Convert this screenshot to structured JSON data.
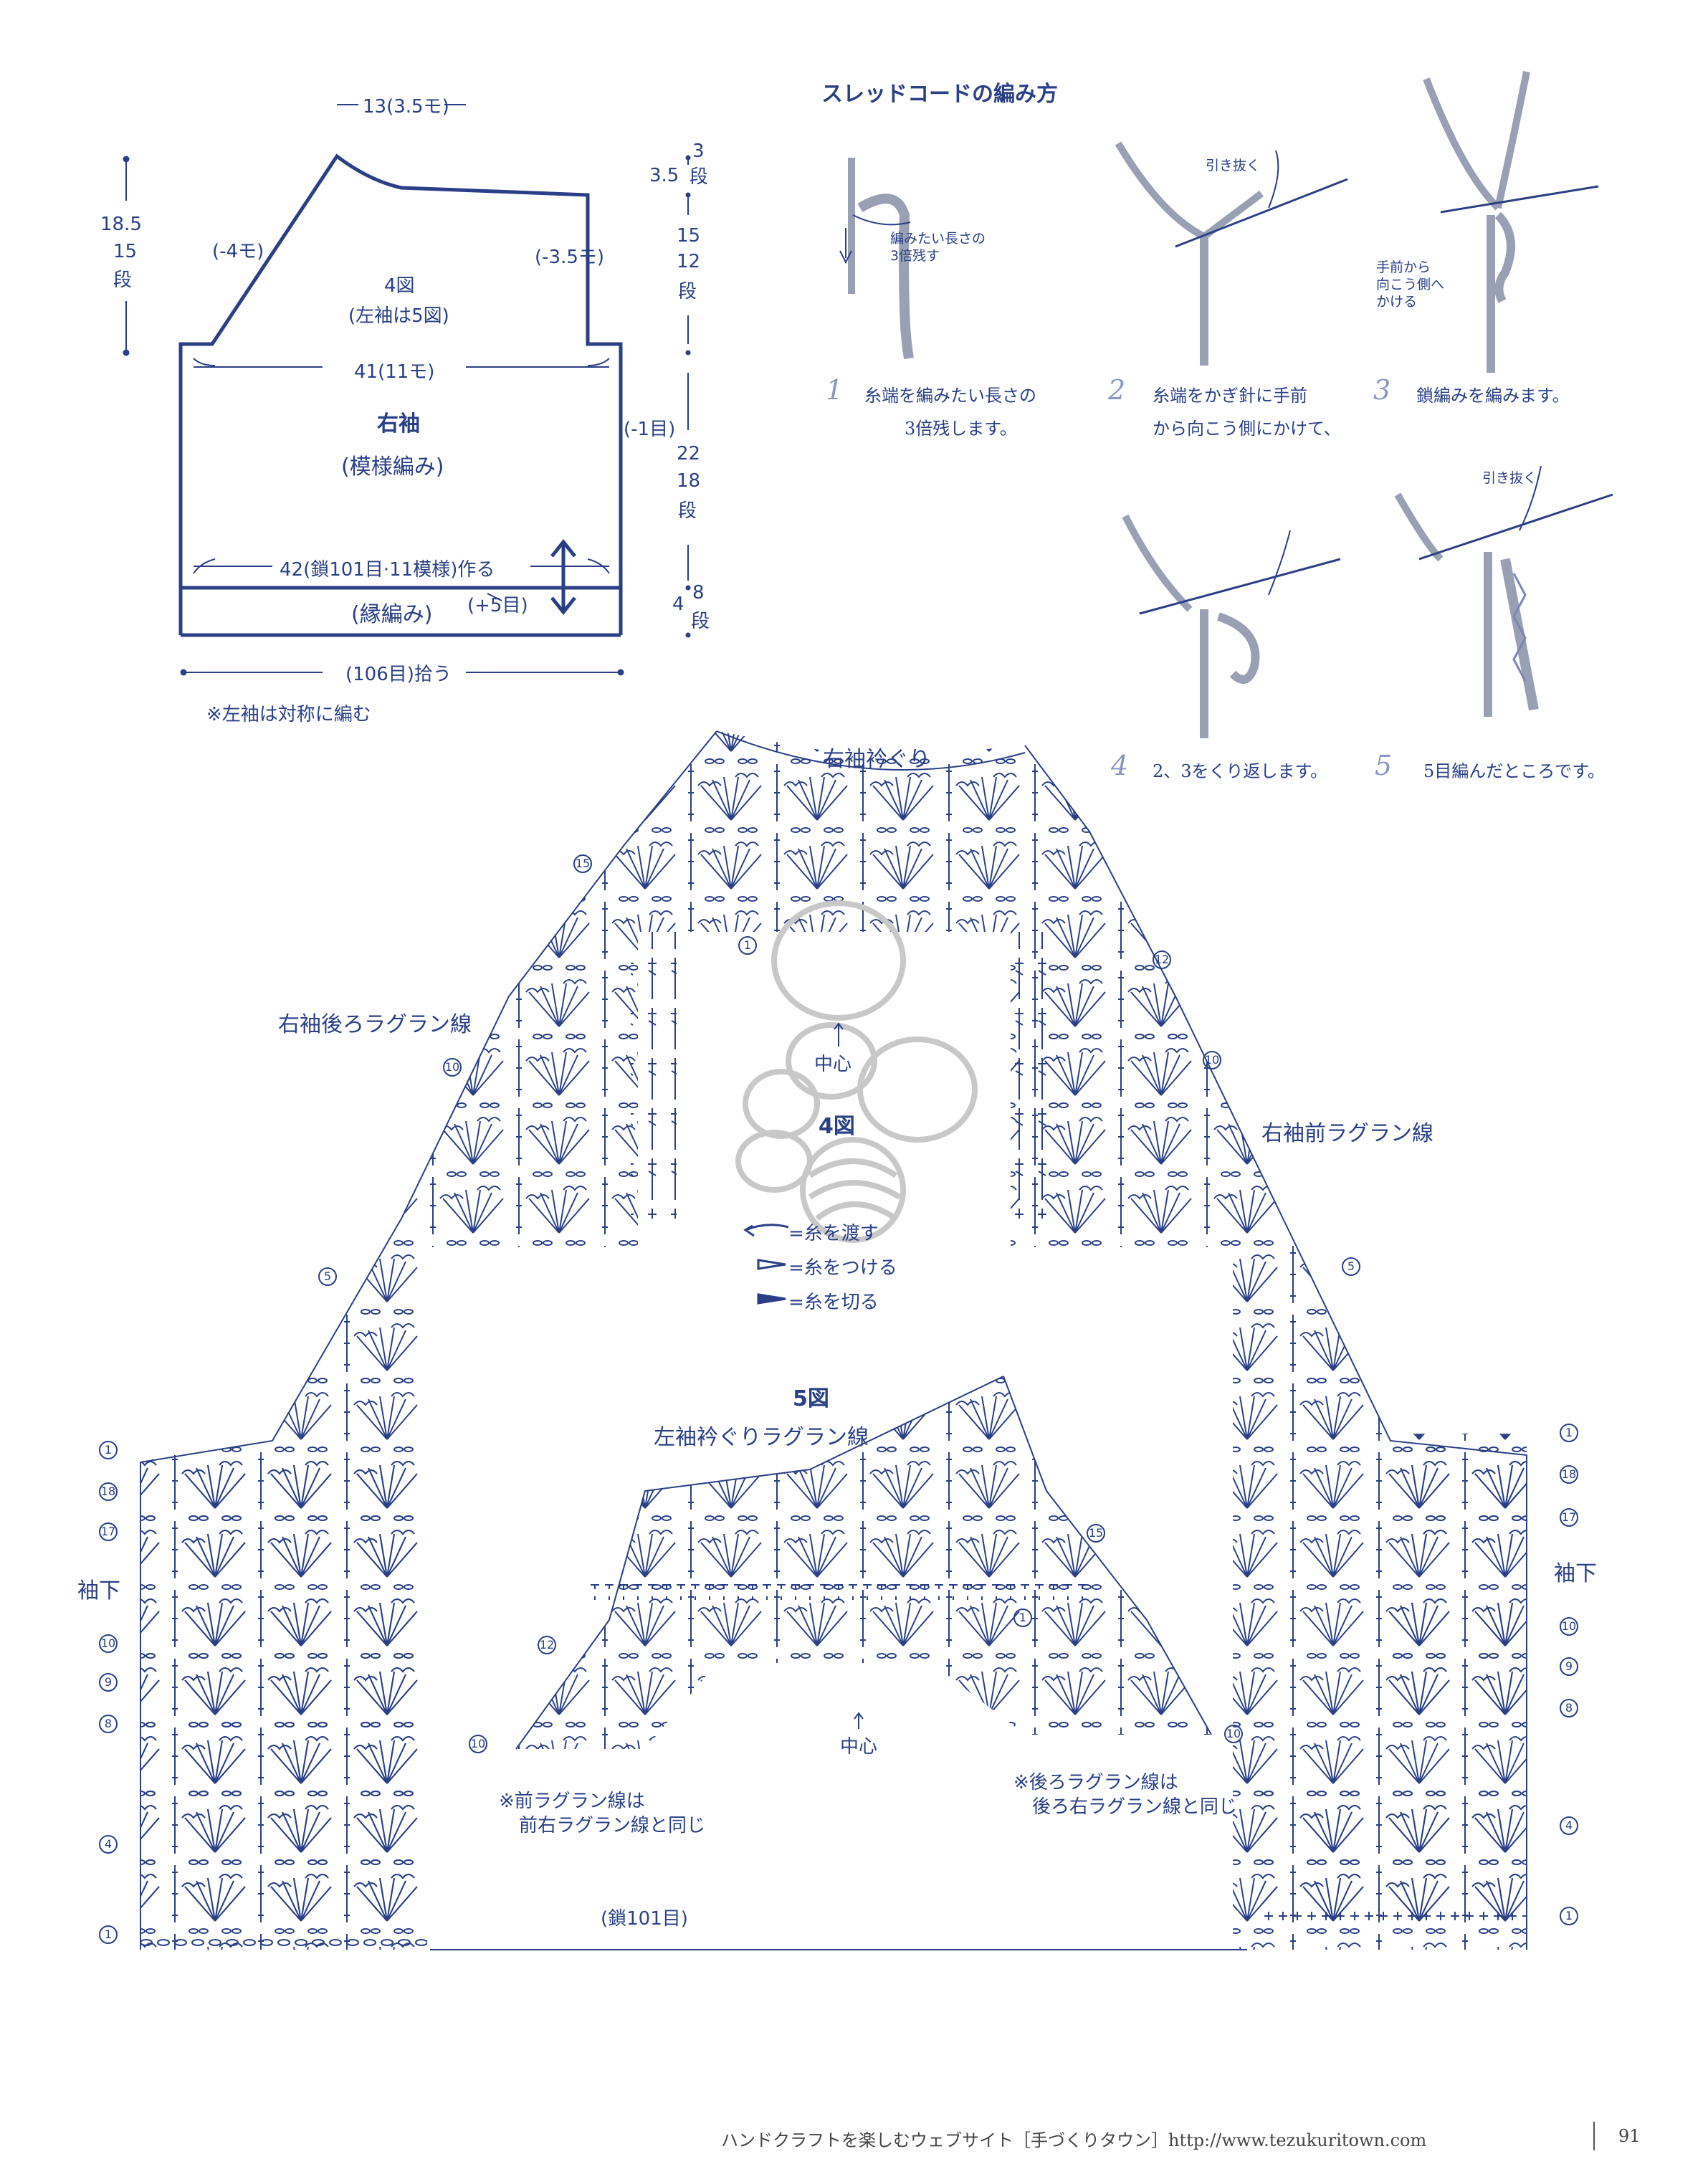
{
  "schematic": {
    "top_width": "13(3.5モ)",
    "left_height": "18.5",
    "left_rows": "15",
    "left_rows_unit": "段",
    "left_dec": "(-4モ)",
    "right_dec": "(-3.5モ)",
    "fig_ref": "4図",
    "fig_ref_note": "(左袖は5図)",
    "body_width": "41(11モ)",
    "title": "右袖",
    "pattern": "(模様編み)",
    "side_dec": "(-1目)",
    "cast_on": "42(鎖101目·11模様)作る",
    "edge": "(縁編み)",
    "edge_inc": "(+5目)",
    "pickup": "(106目)拾う",
    "note": "※左袖は対称に編む",
    "r1_val": "3.5",
    "r1_rows": "3",
    "r2_val": "15",
    "r2_rows": "12",
    "r3_val": "22",
    "r3_rows": "18",
    "r4_val": "4",
    "r4_rows": "8",
    "rows_unit": "段"
  },
  "cord": {
    "title": "スレッドコードの編み方",
    "steps": [
      {
        "num": "1",
        "text1": "糸端を編みたい長さの",
        "text2": "3倍残します。",
        "callout1": "編みたい長さの",
        "callout2": "3倍残す"
      },
      {
        "num": "2",
        "text1": "糸端をかぎ針に手前",
        "text2": "から向こう側にかけて、",
        "callout1": "引き抜く"
      },
      {
        "num": "3",
        "text1": "鎖編みを編みます。",
        "callout1": "手前から",
        "callout2": "向こう側へ",
        "callout3": "かける"
      },
      {
        "num": "4",
        "text1": "2、3をくり返します。"
      },
      {
        "num": "5",
        "text1": "5目編んだところです。",
        "callout1": "引き抜く"
      }
    ]
  },
  "chart4": {
    "title": "4図",
    "neck": "右袖衿ぐり",
    "back_raglan": "右袖後ろラグラン線",
    "front_raglan": "右袖前ラグラン線",
    "center": "中心",
    "underarm_left": "袖下",
    "underarm_right": "袖下",
    "chain": "(鎖101目)",
    "legend": [
      "=糸を渡す",
      "=糸をつける",
      "=糸を切る"
    ],
    "row_marks": {
      "r15": "15",
      "r12": "12",
      "r10": "10",
      "r5": "5",
      "r1": "1",
      "r18": "18",
      "r17": "17",
      "r9": "9",
      "r8": "8",
      "r4": "4"
    }
  },
  "chart5": {
    "title": "5図",
    "subtitle": "左袖衿ぐりラグラン線",
    "center": "中心",
    "note_front1": "※前ラグラン線は",
    "note_front2": "前右ラグラン線と同じ",
    "note_back1": "※後ろラグラン線は",
    "note_back2": "後ろ右ラグラン線と同じ",
    "row_marks": {
      "r15": "15",
      "r12": "12",
      "r10": "10",
      "r1": "1"
    }
  },
  "footer": {
    "text": "ハンドクラフトを楽しむウェブサイト［手づくりタウン］http://www.tezukuritown.com",
    "page": "91"
  },
  "colors": {
    "ink": "#2a3f86",
    "accent": "#8a96c4",
    "watermark": "#c8c8c8"
  }
}
